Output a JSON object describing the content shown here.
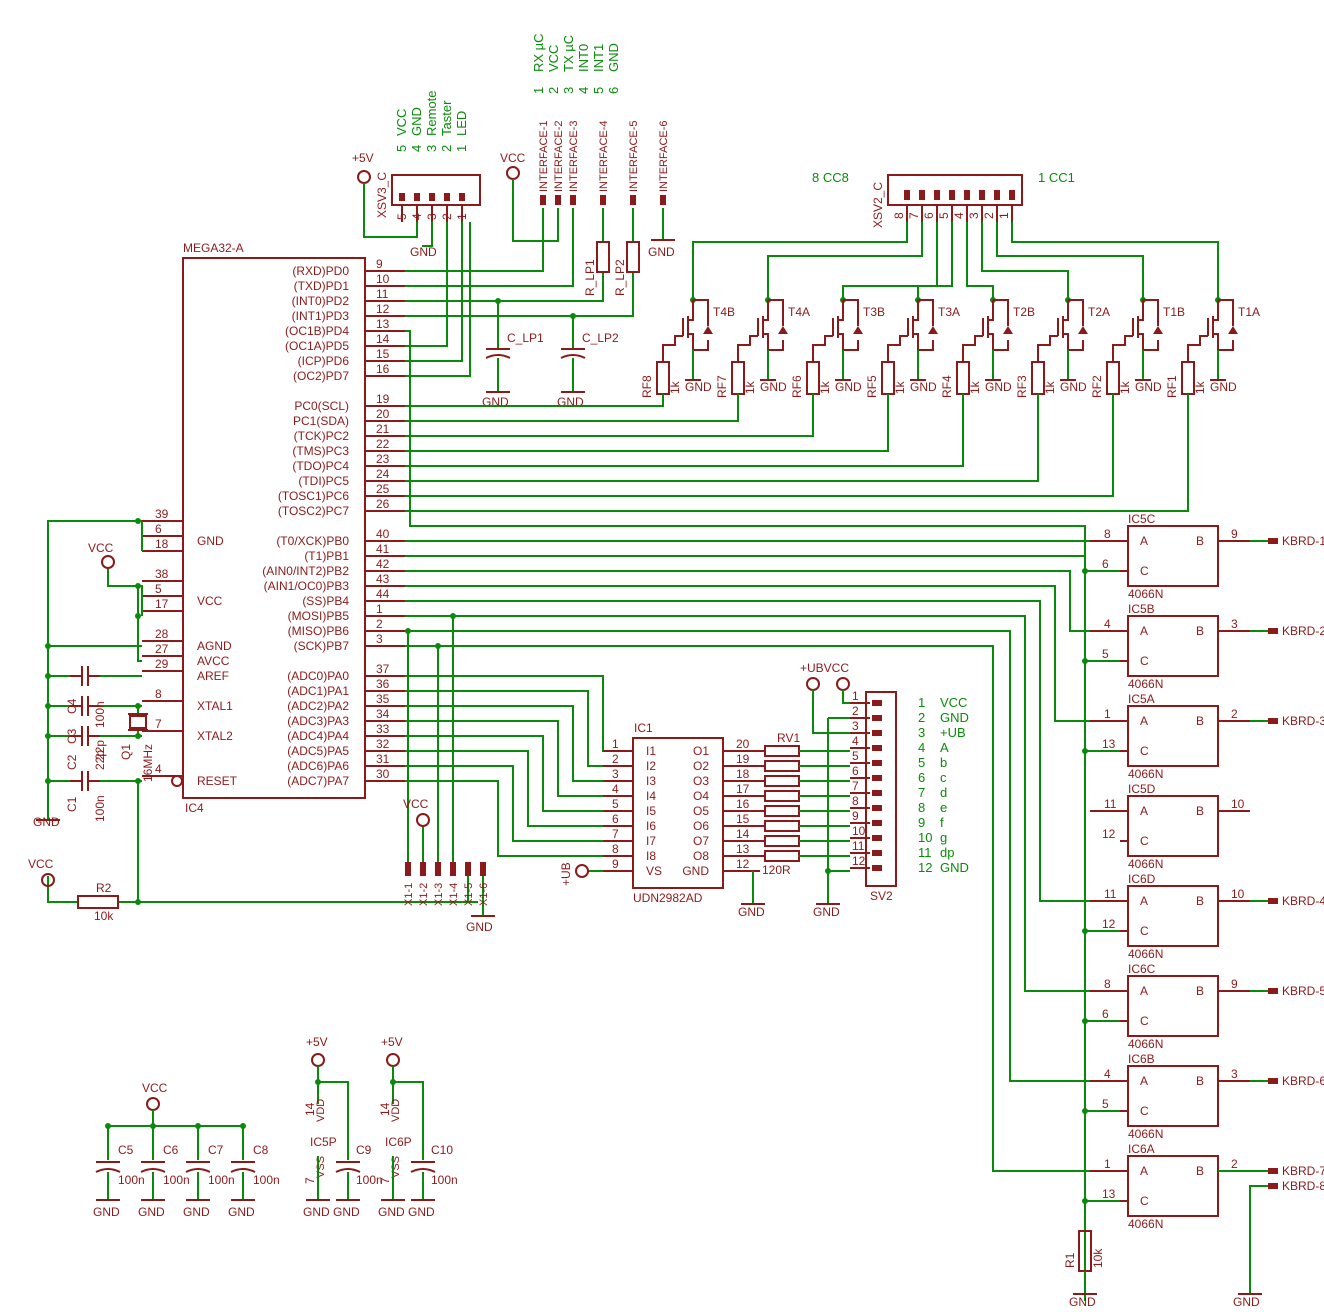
{
  "ic4": {
    "name": "MEGA32-A",
    "ref": "IC4",
    "left_pins": [
      {
        "num": "39",
        "label": ""
      },
      {
        "num": "6",
        "label": "GND"
      },
      {
        "num": "18",
        "label": ""
      },
      {
        "num": "38",
        "label": ""
      },
      {
        "num": "5",
        "label": "VCC"
      },
      {
        "num": "17",
        "label": ""
      },
      {
        "num": "28",
        "label": "AGND"
      },
      {
        "num": "27",
        "label": "AVCC"
      },
      {
        "num": "29",
        "label": "AREF"
      },
      {
        "num": "8",
        "label": "XTAL1"
      },
      {
        "num": "7",
        "label": "XTAL2"
      },
      {
        "num": "4",
        "label": "RESET"
      }
    ],
    "right_pins": [
      {
        "num": "9",
        "label": "(RXD)PD0"
      },
      {
        "num": "10",
        "label": "(TXD)PD1"
      },
      {
        "num": "11",
        "label": "(INT0)PD2"
      },
      {
        "num": "12",
        "label": "(INT1)PD3"
      },
      {
        "num": "13",
        "label": "(OC1B)PD4"
      },
      {
        "num": "14",
        "label": "(OC1A)PD5"
      },
      {
        "num": "15",
        "label": "(ICP)PD6"
      },
      {
        "num": "16",
        "label": "(OC2)PD7"
      },
      {
        "num": "19",
        "label": "PC0(SCL)"
      },
      {
        "num": "20",
        "label": "PC1(SDA)"
      },
      {
        "num": "21",
        "label": "(TCK)PC2"
      },
      {
        "num": "22",
        "label": "(TMS)PC3"
      },
      {
        "num": "23",
        "label": "(TDO)PC4"
      },
      {
        "num": "24",
        "label": "(TDI)PC5"
      },
      {
        "num": "25",
        "label": "(TOSC1)PC6"
      },
      {
        "num": "26",
        "label": "(TOSC2)PC7"
      },
      {
        "num": "40",
        "label": "(T0/XCK)PB0"
      },
      {
        "num": "41",
        "label": "(T1)PB1"
      },
      {
        "num": "42",
        "label": "(AIN0/INT2)PB2"
      },
      {
        "num": "43",
        "label": "(AIN1/OC0)PB3"
      },
      {
        "num": "44",
        "label": "(SS)PB4"
      },
      {
        "num": "1",
        "label": "(MOSI)PB5"
      },
      {
        "num": "2",
        "label": "(MISO)PB6"
      },
      {
        "num": "3",
        "label": "(SCK)PB7"
      },
      {
        "num": "37",
        "label": "(ADC0)PA0"
      },
      {
        "num": "36",
        "label": "(ADC1)PA1"
      },
      {
        "num": "35",
        "label": "(ADC2)PA2"
      },
      {
        "num": "34",
        "label": "(ADC3)PA3"
      },
      {
        "num": "33",
        "label": "(ADC4)PA4"
      },
      {
        "num": "32",
        "label": "(ADC5)PA5"
      },
      {
        "num": "31",
        "label": "(ADC6)PA6"
      },
      {
        "num": "30",
        "label": "(ADC7)PA7"
      }
    ]
  },
  "xsv3": {
    "ref": "XSV3_C",
    "pin_nums": [
      "5",
      "4",
      "3",
      "2",
      "1"
    ],
    "legend_nums": [
      "5",
      "4",
      "3",
      "2",
      "1"
    ],
    "legend_names": [
      "VCC",
      "GND",
      "Remote",
      "Taster",
      "LED"
    ]
  },
  "interface": {
    "legend_nums": [
      "1",
      "2",
      "3",
      "4",
      "5",
      "6"
    ],
    "legend_names": [
      "RX µC",
      "VCC",
      "TX µC",
      "INT0",
      "INT1",
      "GND"
    ],
    "pins": [
      "INTERFACE-1",
      "INTERFACE-2",
      "INTERFACE-3",
      "INTERFACE-4",
      "INTERFACE-5",
      "INTERFACE-6"
    ]
  },
  "xsv2": {
    "ref": "XSV2_C",
    "label_left": "8  CC8",
    "label_right": "1  CC1",
    "pin_nums": [
      "8",
      "7",
      "6",
      "5",
      "4",
      "3",
      "2",
      "1"
    ]
  },
  "transistors": [
    "T4B",
    "T4A",
    "T3B",
    "T3A",
    "T2B",
    "T2A",
    "T1B",
    "T1A"
  ],
  "gate_resistors": [
    "RF8",
    "RF7",
    "RF6",
    "RF5",
    "RF4",
    "RF3",
    "RF2",
    "RF1"
  ],
  "rf_value": "1k",
  "passives": {
    "rlp1": "R_LP1",
    "rlp2": "R_LP2",
    "clp1": "C_LP1",
    "clp2": "C_LP2",
    "c1": "C1",
    "c1v": "100n",
    "c2": "C2",
    "c2v": "22p",
    "c3": "C3",
    "c3v": "22p",
    "c4": "C4",
    "c4v": "100n",
    "q1": "Q1",
    "q1v": "16MHz",
    "r2": "R2",
    "r2v": "10k",
    "r1": "R1",
    "r1v": "10k"
  },
  "ic1": {
    "ref": "IC1",
    "part": "UDN2982AD",
    "left_nums": [
      "1",
      "2",
      "3",
      "4",
      "5",
      "6",
      "7",
      "8",
      "9"
    ],
    "left_names": [
      "I1",
      "I2",
      "I3",
      "I4",
      "I5",
      "I6",
      "I7",
      "I8",
      "VS"
    ],
    "right_nums": [
      "20",
      "19",
      "18",
      "17",
      "16",
      "15",
      "14",
      "13",
      "12"
    ],
    "right_names": [
      "O1",
      "O2",
      "O3",
      "O4",
      "O5",
      "O6",
      "O7",
      "O8",
      "GND"
    ]
  },
  "rv1": {
    "ref": "RV1",
    "value": "120R"
  },
  "sv2": {
    "ref": "SV2",
    "legend_nums": [
      "1",
      "2",
      "3",
      "4",
      "5",
      "6",
      "7",
      "8",
      "9",
      "10",
      "11",
      "12"
    ],
    "legend_names": [
      "VCC",
      "GND",
      "+UB",
      "A",
      "b",
      "c",
      "d",
      "e",
      "f",
      "g",
      "dp",
      "GND"
    ]
  },
  "x1": [
    "X1-1",
    "X1-2",
    "X1-3",
    "X1-4",
    "X1-5",
    "X1-6"
  ],
  "gates": [
    {
      "ref": "IC5C",
      "a": "8",
      "c": "6",
      "b": "9",
      "out": "KBRD-1"
    },
    {
      "ref": "IC5B",
      "a": "4",
      "c": "5",
      "b": "3",
      "out": "KBRD-2"
    },
    {
      "ref": "IC5A",
      "a": "1",
      "c": "13",
      "b": "2",
      "out": "KBRD-3"
    },
    {
      "ref": "IC5D",
      "a": "11",
      "c": "12",
      "b": "10",
      "out": ""
    },
    {
      "ref": "IC6D",
      "a": "11",
      "c": "12",
      "b": "10",
      "out": "KBRD-4"
    },
    {
      "ref": "IC6C",
      "a": "8",
      "c": "6",
      "b": "9",
      "out": "KBRD-5"
    },
    {
      "ref": "IC6B",
      "a": "4",
      "c": "5",
      "b": "3",
      "out": "KBRD-6"
    },
    {
      "ref": "IC6A",
      "a": "1",
      "c": "13",
      "b": "2",
      "out": "KBRD-7"
    }
  ],
  "gate_pin_labels": {
    "a": "A",
    "b": "B",
    "c": "C"
  },
  "gate_part": "4066N",
  "kbrd8": "KBRD-8",
  "decoupling": {
    "caps": [
      "C5",
      "C6",
      "C7",
      "C8"
    ],
    "value": "100n"
  },
  "power_ics": [
    {
      "ref": "IC5P",
      "cap": "C9",
      "pin_vdd": "14",
      "pin_vss": "7"
    },
    {
      "ref": "IC6P",
      "cap": "C10",
      "pin_vdd": "14",
      "pin_vss": "7"
    }
  ],
  "power_ic_pins": {
    "vdd": "VDD",
    "vss": "VSS"
  },
  "rails": {
    "vcc": "VCC",
    "gnd": "GND",
    "p5v": "+5V",
    "ub": "+UB",
    "ubvcc": "+UBVCC"
  }
}
